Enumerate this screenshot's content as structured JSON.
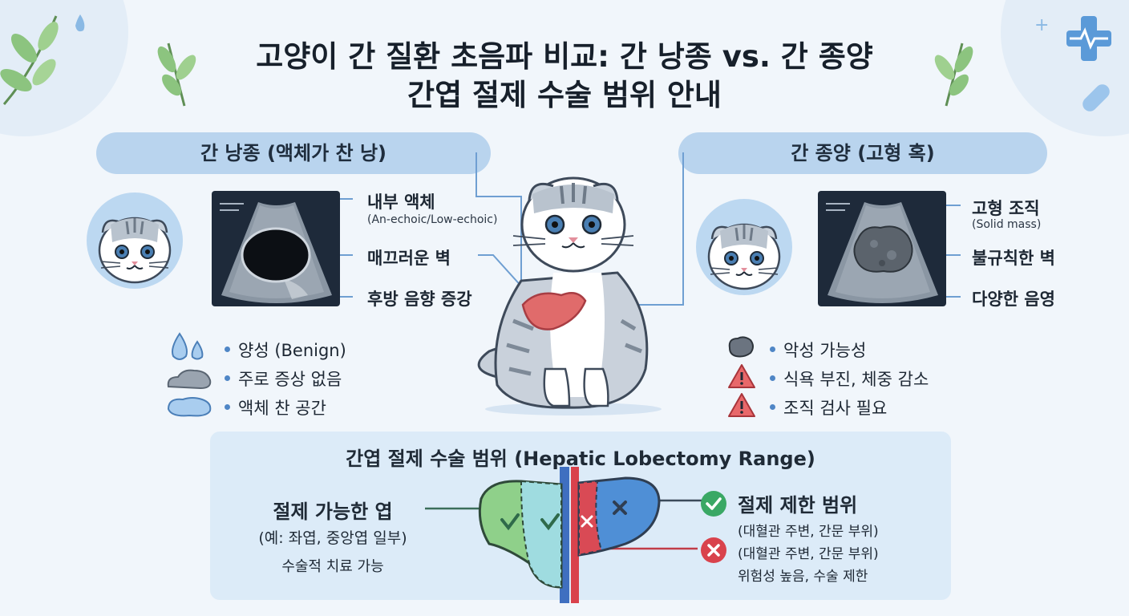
{
  "title": {
    "line1": "고양이 간 질환 초음파 비교: 간 낭종 vs. 간 종양",
    "line2": "간엽 절제 수술 범위 안내"
  },
  "cyst": {
    "header": "간 낭종 (액체가 찬 낭)",
    "labels": [
      {
        "text": "내부 액체",
        "sub": "(An-echoic/Low-echoic)"
      },
      {
        "text": "매끄러운 벽"
      },
      {
        "text": "후방 음향 증강"
      }
    ],
    "bullets": [
      "양성 (Benign)",
      "주로 증상 없음",
      "액체 찬 공간"
    ]
  },
  "tumor": {
    "header": "간 종양 (고형 혹)",
    "labels": [
      {
        "text": "고형 조직",
        "sub": "(Solid mass)"
      },
      {
        "text": "불규칙한 벽"
      },
      {
        "text": "다양한 음영"
      }
    ],
    "bullets": [
      "악성 가능성",
      "식욕 부진, 체중 감소",
      "조직 검사 필요"
    ]
  },
  "surgery": {
    "title": "간엽 절제 수술 범위 (Hepatic Lobectomy Range)",
    "left_title": "절제 가능한 엽",
    "left_sub": "(예: 좌엽, 중앙엽 일부)",
    "left_note": "수술적 치료 가능",
    "right1_title": "절제 제한 범위",
    "right1_sub": "(대혈관 주변, 간문 부위)",
    "right2_sub": "(대혈관 주변, 간문 부위)",
    "right2_note": "위험성 높음, 수술 제한"
  },
  "colors": {
    "pill": "#b9d4ee",
    "panel": "#dcebf8",
    "liver_green": "#8fd08a",
    "liver_teal": "#9fdce0",
    "liver_blue": "#4f8fd6",
    "liver_red": "#d94a55",
    "check": "#3aa865",
    "cross": "#d9424c"
  }
}
